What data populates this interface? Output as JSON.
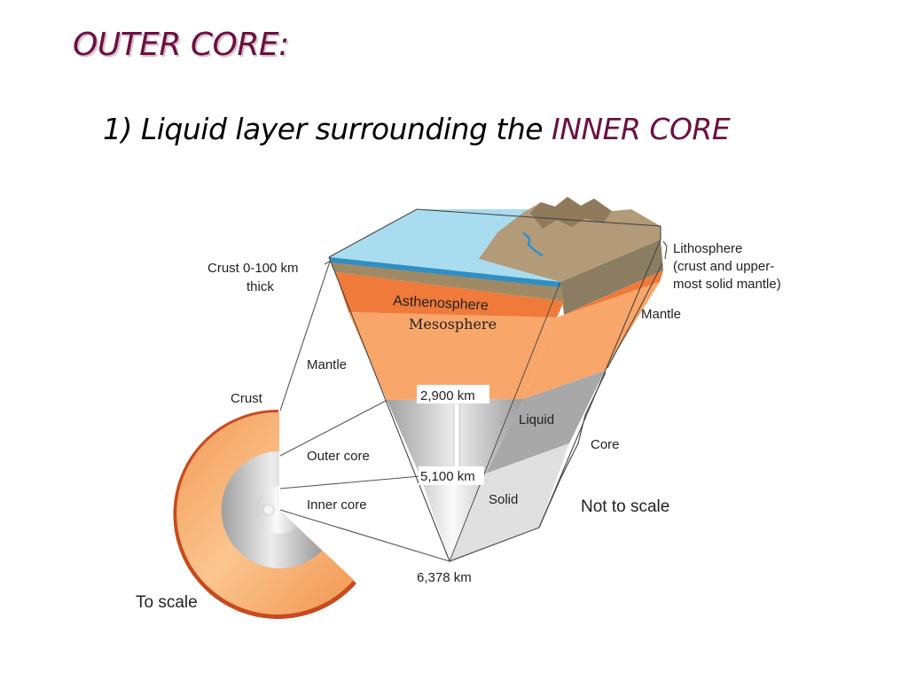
{
  "slide": {
    "title": "OUTER CORE:",
    "bullet_prefix": "1) Liquid layer surrounding the ",
    "bullet_highlight": "INNER CORE",
    "accent_color": "#6b1040"
  },
  "diagram": {
    "left_labels": {
      "crust_thickness_line1": "Crust 0-100 km",
      "crust_thickness_line2": "thick",
      "mantle": "Mantle",
      "crust": "Crust",
      "outer_core": "Outer core",
      "inner_core": "Inner core",
      "to_scale": "To scale"
    },
    "wedge_labels": {
      "asthenosphere": "Asthenosphere",
      "mesosphere": "Mesosphere",
      "liquid": "Liquid",
      "solid": "Solid"
    },
    "depths": {
      "mantle_base": "2,900 km",
      "outer_core_base": "5,100 km",
      "center": "6,378 km"
    },
    "right_labels": {
      "lithosphere_line1": "Lithosphere",
      "lithosphere_line2": "(crust and upper-",
      "lithosphere_line3": "most solid mantle)",
      "mantle": "Mantle",
      "core": "Core",
      "not_to_scale": "Not to scale"
    },
    "colors": {
      "ocean": "#a9dcef",
      "crust_brown": "#a08a66",
      "asthenosphere": "#f07a3a",
      "mesosphere": "#f9a66a",
      "outer_core_gray": "#b8b8b8",
      "inner_core_gray": "#e6e6e6"
    }
  }
}
